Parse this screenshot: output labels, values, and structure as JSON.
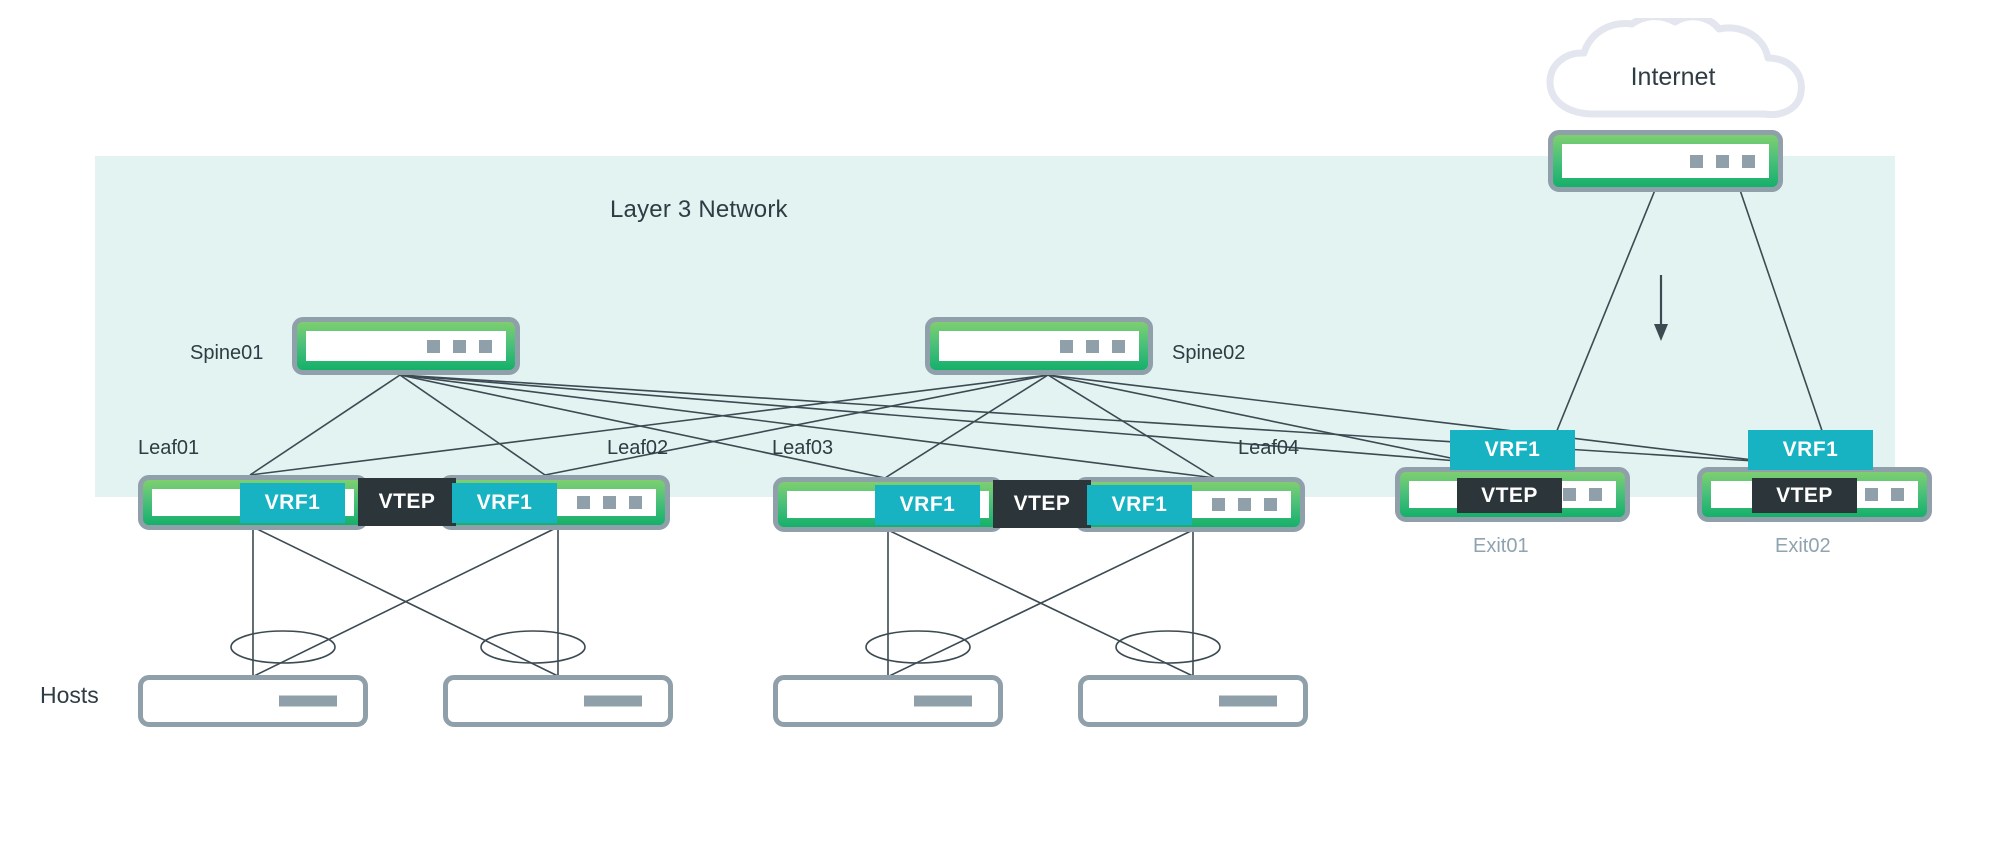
{
  "diagram": {
    "zone": {
      "label": "Layer 3 Network",
      "background_color": "#e2f3f2"
    },
    "cloud": {
      "label": "Internet",
      "icon": "cloud-icon",
      "outline_color": "#e3e6ef"
    },
    "hosts_group_label": "Hosts",
    "colors": {
      "vrf_chip": "#17b3c3",
      "vtep_chip": "#2c3539",
      "router_border": "#90a0aa",
      "router_fill_start": "#7ecf6f",
      "router_fill_end": "#15b06a",
      "link_stroke": "#3c4a52",
      "label_text": "#2e3c43",
      "label_text_muted": "#8fa3b0"
    }
  },
  "nodes": {
    "border_router": {
      "name": "border-router",
      "label": "",
      "led_count": 3
    },
    "spines": [
      {
        "id": "spine01",
        "label": "Spine01",
        "label_side": "left",
        "led_count": 3
      },
      {
        "id": "spine02",
        "label": "Spine02",
        "label_side": "right",
        "led_count": 3
      }
    ],
    "leaves": [
      {
        "id": "leaf01",
        "label": "Leaf01",
        "chips": [
          "VRF1"
        ],
        "led_count": 0
      },
      {
        "id": "leaf02",
        "label": "Leaf02",
        "chips": [
          "VRF1"
        ],
        "led_count": 3
      },
      {
        "id": "leaf03",
        "label": "Leaf03",
        "chips": [
          "VRF1"
        ],
        "led_count": 0
      },
      {
        "id": "leaf04",
        "label": "Leaf04",
        "chips": [
          "VRF1"
        ],
        "led_count": 3
      }
    ],
    "vteps": [
      {
        "id": "vtep-leaf01-leaf02",
        "label": "VTEP"
      },
      {
        "id": "vtep-leaf03-leaf04",
        "label": "VTEP"
      }
    ],
    "exits": [
      {
        "id": "exit01",
        "label": "Exit01",
        "vrf_label": "VRF1",
        "vtep_label": "VTEP",
        "led_count": 2
      },
      {
        "id": "exit02",
        "label": "Exit02",
        "vrf_label": "VRF1",
        "vtep_label": "VTEP",
        "led_count": 2
      }
    ],
    "hosts": [
      {
        "id": "host01",
        "label": ""
      },
      {
        "id": "host02",
        "label": ""
      },
      {
        "id": "host03",
        "label": ""
      },
      {
        "id": "host04",
        "label": ""
      }
    ]
  },
  "annotations": {
    "traffic_arrow": {
      "name": "downward-traffic-arrow",
      "direction": "down"
    }
  }
}
